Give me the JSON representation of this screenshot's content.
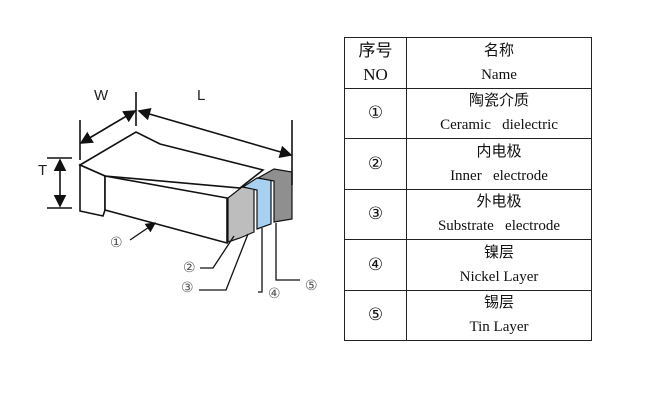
{
  "diagram": {
    "dim_labels": {
      "width": "W",
      "length": "L",
      "thickness": "T"
    },
    "callouts": [
      "①",
      "②",
      "③",
      "④",
      "⑤"
    ],
    "colors": {
      "substrate_electrode": "#bdbdbd",
      "nickel_layer": "#a8d0f0",
      "tin_layer": "#8f8f8f"
    }
  },
  "table": {
    "header": {
      "no_cn": "序号",
      "no_en": "NO",
      "name_cn": "名称",
      "name_en": "Name"
    },
    "rows": [
      {
        "no": "①",
        "cn": "陶瓷介质",
        "en": "Ceramic   dielectric"
      },
      {
        "no": "②",
        "cn": "内电极",
        "en": "Inner   electrode"
      },
      {
        "no": "③",
        "cn": "外电极",
        "en": "Substrate   electrode"
      },
      {
        "no": "④",
        "cn": "镍层",
        "en": "Nickel Layer"
      },
      {
        "no": "⑤",
        "cn": "锡层",
        "en": "Tin Layer"
      }
    ]
  }
}
